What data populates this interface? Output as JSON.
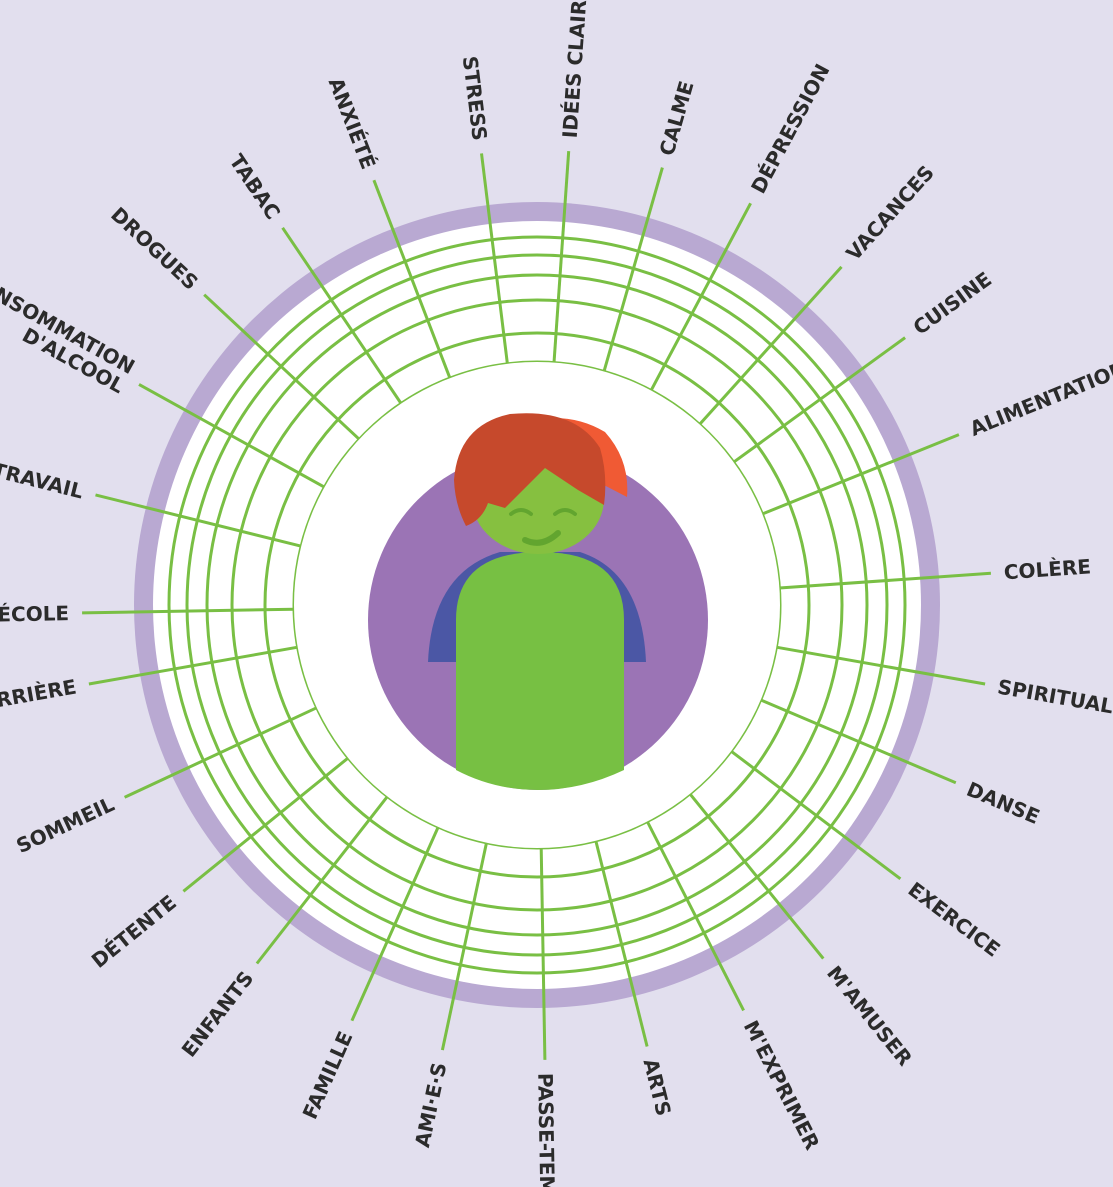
{
  "colors": {
    "background": "#e2dfee",
    "outer_ring": "#b9a9d2",
    "wheel_fill": "#ffffff",
    "lines": "#79bf44",
    "avatar_circle": "#9b74b5",
    "hair_dark": "#c6492c",
    "hair_light": "#f05a34",
    "skin": "#86c040",
    "body": "#77c043",
    "shoulders": "#4b57a5",
    "face_features": "#62a52f",
    "text": "#2b2b2b"
  },
  "icons": {
    "center": "person-avatar-icon"
  },
  "labels": [
    {
      "id": "idees-claires",
      "lines": [
        "IDÉES CLAIRES"
      ],
      "angle": -86
    },
    {
      "id": "calme",
      "lines": [
        "CALME"
      ],
      "angle": -74
    },
    {
      "id": "depression",
      "lines": [
        "DÉPRESSION"
      ],
      "angle": -62
    },
    {
      "id": "vacances",
      "lines": [
        "VACANCES"
      ],
      "angle": -48
    },
    {
      "id": "cuisine",
      "lines": [
        "CUISINE"
      ],
      "angle": -36
    },
    {
      "id": "alimentation",
      "lines": [
        "ALIMENTATION"
      ],
      "angle": -22
    },
    {
      "id": "colere",
      "lines": [
        "COLÈRE"
      ],
      "angle": -4
    },
    {
      "id": "spiritualite",
      "lines": [
        "SPIRITUALITÉ"
      ],
      "angle": 10
    },
    {
      "id": "danse",
      "lines": [
        "DANSE"
      ],
      "angle": 23
    },
    {
      "id": "exercice",
      "lines": [
        "EXERCICE"
      ],
      "angle": 37
    },
    {
      "id": "mamuser",
      "lines": [
        "M'AMUSER"
      ],
      "angle": 51
    },
    {
      "id": "mexprimer",
      "lines": [
        "M'EXPRIMER"
      ],
      "angle": 63
    },
    {
      "id": "arts",
      "lines": [
        "ARTS"
      ],
      "angle": 76
    },
    {
      "id": "passe-temps",
      "lines": [
        "PASSE-TEMPS"
      ],
      "angle": 89
    },
    {
      "id": "ami-e-s",
      "lines": [
        "AMI·E·S"
      ],
      "angle": 102
    },
    {
      "id": "famille",
      "lines": [
        "FAMILLE"
      ],
      "angle": 114
    },
    {
      "id": "enfants",
      "lines": [
        "ENFANTS"
      ],
      "angle": 128
    },
    {
      "id": "detente",
      "lines": [
        "DÉTENTE"
      ],
      "angle": 141
    },
    {
      "id": "sommeil",
      "lines": [
        "SOMMEIL"
      ],
      "angle": 155
    },
    {
      "id": "carriere",
      "lines": [
        "CARRIÈRE"
      ],
      "angle": 170
    },
    {
      "id": "ecole",
      "lines": [
        "ÉCOLE"
      ],
      "angle": 179
    },
    {
      "id": "travail",
      "lines": [
        "TRAVAIL"
      ],
      "angle": -166
    },
    {
      "id": "consommation-alcool",
      "lines": [
        "CONSOMMATION",
        "D'ALCOOL"
      ],
      "angle": -151
    },
    {
      "id": "drogues",
      "lines": [
        "DROGUES"
      ],
      "angle": -137
    },
    {
      "id": "tabac",
      "lines": [
        "TABAC"
      ],
      "angle": -124
    },
    {
      "id": "anxiete",
      "lines": [
        "ANXIÉTÉ"
      ],
      "angle": -111
    },
    {
      "id": "stress",
      "lines": [
        "STRESS"
      ],
      "angle": -97
    }
  ]
}
